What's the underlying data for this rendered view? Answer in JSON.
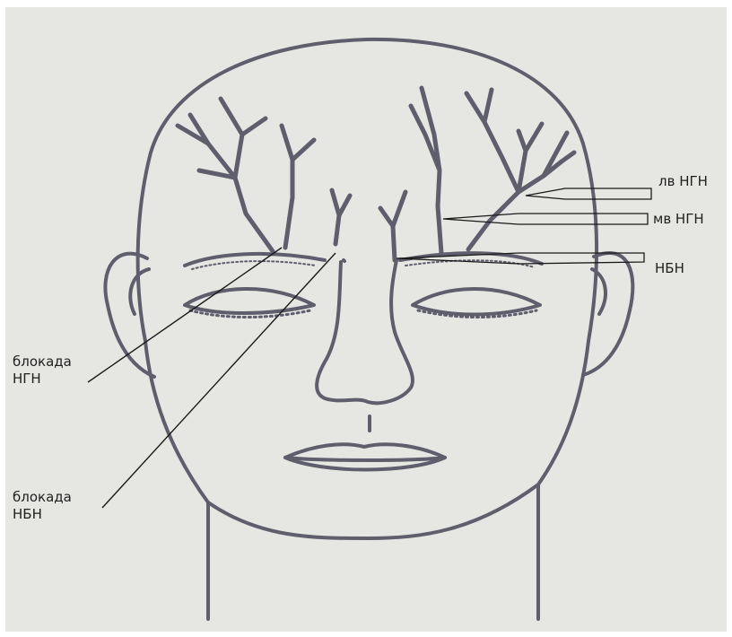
{
  "labels": {
    "lv_ngn": "лв НГН",
    "mv_ngn": "мв НГН",
    "nbn": "НБН",
    "blockade_ngn_1": "блокада",
    "blockade_ngn_2": "НГН",
    "blockade_nbn_1": "блокада",
    "blockade_nbn_2": "НБН"
  },
  "colors": {
    "paper": "#e6e6e3",
    "ink": "#5e5e6c",
    "pointer": "#1a1a1a"
  }
}
